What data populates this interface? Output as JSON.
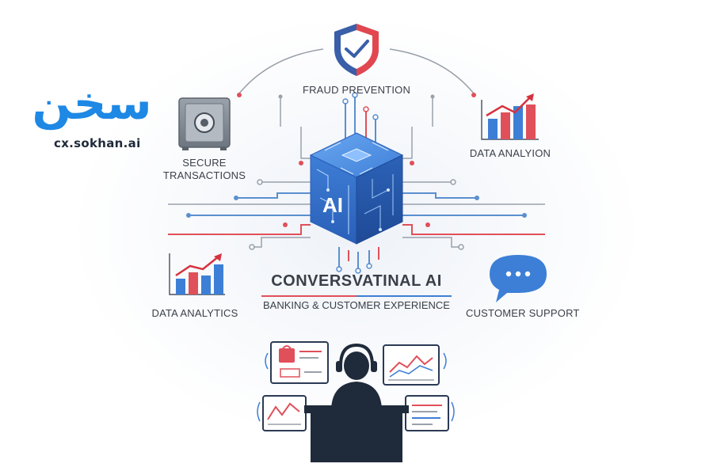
{
  "logo": {
    "script_text": "سخن",
    "url_text": "cx.sokhan.ai",
    "brand_color": "#1e88e5"
  },
  "center": {
    "chip_label": "AI",
    "title": "CONVERSVATINAL AI",
    "subtitle": "BANKING & CUSTOMER EXPERIENCE"
  },
  "nodes": {
    "fraud_prevention": {
      "label": "FRAUD PREVENTION",
      "icon": "shield-check-icon"
    },
    "secure_transactions": {
      "label_line1": "SECURE",
      "label_line2": "TRANSACTIONS",
      "icon": "safe-icon"
    },
    "data_analyion": {
      "label": "DATA ANALYION",
      "icon": "bar-chart-icon"
    },
    "data_analytics": {
      "label": "DATA ANALYTICS",
      "icon": "bar-chart-icon"
    },
    "customer_support": {
      "label": "CUSTOMER SUPPORT",
      "icon": "chat-bubble-icon"
    }
  },
  "colors": {
    "blue": "#3d7fd6",
    "red": "#e0505a",
    "navy": "#2b3a55",
    "text": "#3a3f48"
  }
}
